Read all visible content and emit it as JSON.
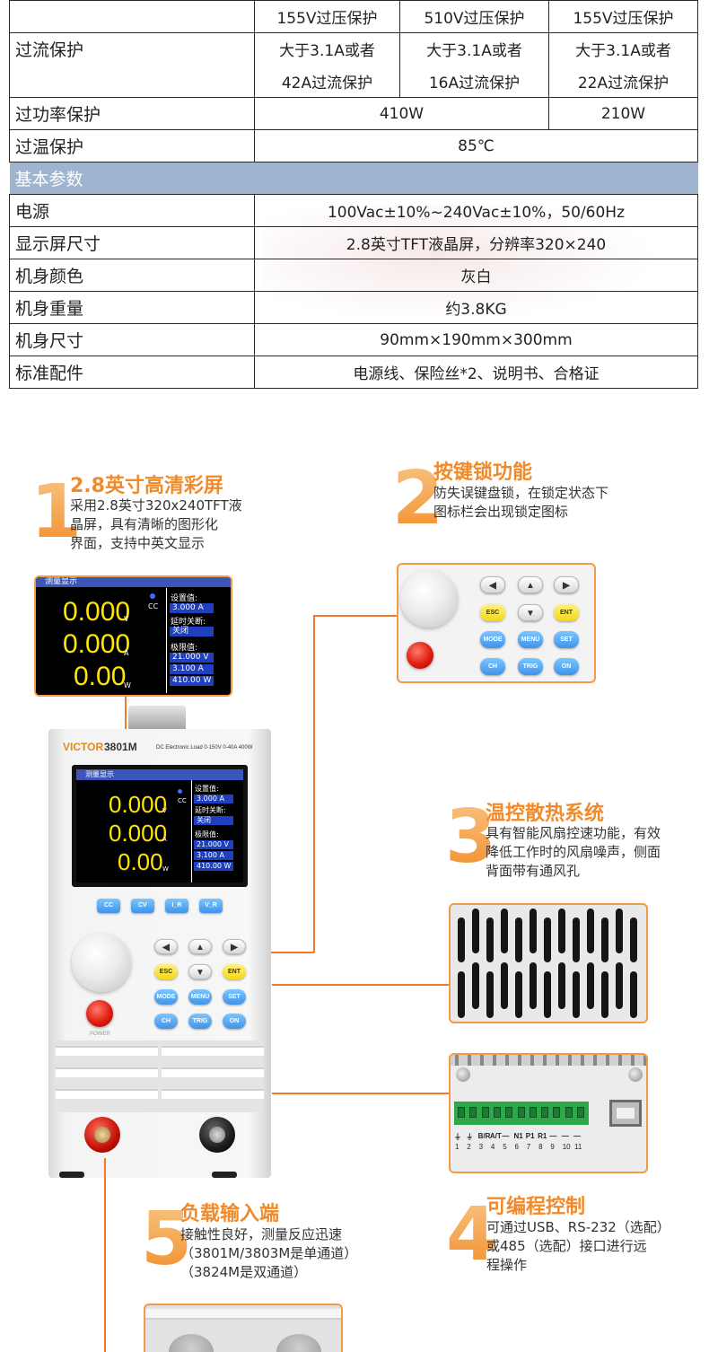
{
  "spec_table": {
    "rows": [
      {
        "label": "",
        "values": [
          "155V过压保护",
          "510V过压保护",
          "155V过压保护"
        ]
      },
      {
        "label": "过流保护",
        "values": [
          "大于3.1A或者",
          "大于3.1A或者",
          "大于3.1A或者"
        ]
      },
      {
        "label": "",
        "values": [
          "42A过流保护",
          "16A过流保护",
          "22A过流保护"
        ]
      },
      {
        "label": "过功率保护",
        "values": [
          "410W",
          "210W"
        ]
      },
      {
        "label": "过温保护",
        "values": [
          "85℃"
        ]
      }
    ],
    "section": "基本参数",
    "basic": [
      {
        "label": "电源",
        "value": "100Vac±10%~240Vac±10%，50/60Hz"
      },
      {
        "label": "显示屏尺寸",
        "value": "2.8英寸TFT液晶屏，分辨率320×240"
      },
      {
        "label": "机身颜色",
        "value": "灰白"
      },
      {
        "label": "机身重量",
        "value": "约3.8KG"
      },
      {
        "label": "机身尺寸",
        "value": "90mm×190mm×300mm"
      },
      {
        "label": "标准配件",
        "value": "电源线、保险丝*2、说明书、合格证"
      }
    ]
  },
  "features": {
    "f1": {
      "num": "1",
      "title": "2.8英寸高清彩屏",
      "lines": [
        "采用2.8英寸320x240TFT液",
        "晶屏，具有清晰的图形化",
        "界面，支持中英文显示"
      ]
    },
    "f2": {
      "num": "2",
      "title": "按键锁功能",
      "lines": [
        "防失误键盘锁，在锁定状态下",
        "图标栏会出现锁定图标"
      ]
    },
    "f3": {
      "num": "3",
      "title": "温控散热系统",
      "lines": [
        "具有智能风扇控速功能，有效",
        "降低工作时的风扇噪声，侧面",
        "背面带有通风孔"
      ]
    },
    "f4": {
      "num": "4",
      "title": "可编程控制",
      "lines": [
        "可通过USB、RS-232（选配）",
        "或485（选配）接口进行远",
        "程操作"
      ]
    },
    "f5": {
      "num": "5",
      "title": "负载输入端",
      "lines": [
        "接触性良好，测量反应迅速",
        "（3801M/3803M是单通道）",
        "（3824M是双通道）"
      ]
    }
  },
  "screen": {
    "header": "测量显示",
    "readings": [
      {
        "value": "0.000",
        "unit": "V"
      },
      {
        "value": "0.000",
        "unit": "A"
      },
      {
        "value": "0.00",
        "unit": "W"
      }
    ],
    "mode": "CC",
    "set_label": "设置值:",
    "set_value": "3.000   A",
    "delay_label": "延时关断:",
    "delay_value": "关闭",
    "limit_label": "极限值:",
    "limits": [
      "21.000  V",
      "3.100  A",
      "410.00  W"
    ]
  },
  "device": {
    "brand": "VICTOR",
    "model": "3801M",
    "subtitle": "DC Electronic Load 0-150V 0-40A 400W",
    "mode_keys": [
      "CC",
      "CV",
      "I_R",
      "V_R"
    ],
    "power_label": "POWER"
  },
  "keypad": {
    "arrows": [
      "◀",
      "▲",
      "▶"
    ],
    "esc": "ESC",
    "down": "▼",
    "ent": "ENT",
    "row3": [
      "MODE",
      "MENU",
      "SET"
    ],
    "row4": [
      "CH",
      "TRIG",
      "ON"
    ]
  },
  "io_panel": {
    "top_labels": [
      "⏚",
      "⏚",
      "B/R",
      "A/T",
      "—",
      "N1",
      "P1",
      "R1",
      "—",
      "—",
      "—"
    ],
    "numbers": [
      "1",
      "2",
      "3",
      "4",
      "5",
      "6",
      "7",
      "8",
      "9",
      "10",
      "11"
    ]
  },
  "colors": {
    "accent": "#f08a2a",
    "section_bg": "#9fb4cf",
    "key_blue": "#4a9ef0",
    "key_yellow": "#f4d71a",
    "lcd_digits": "#ffe600"
  }
}
